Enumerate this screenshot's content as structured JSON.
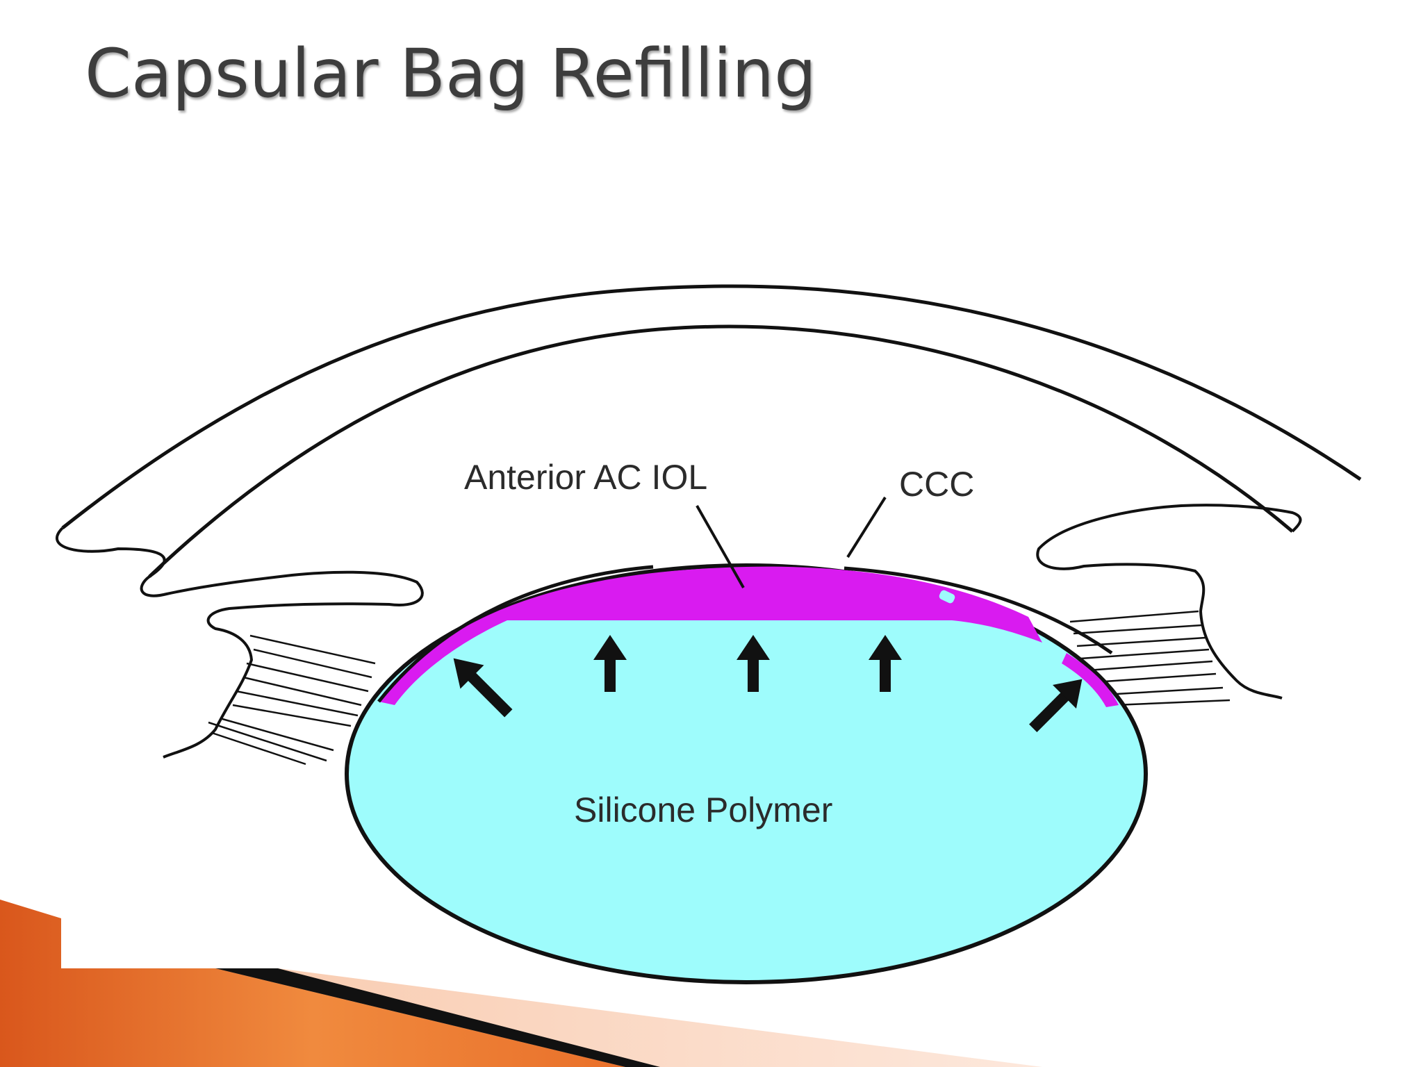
{
  "slide": {
    "title": "Capsular Bag Refilling"
  },
  "diagram": {
    "labels": {
      "iol": "Anterior AC IOL",
      "ccc": "CCC",
      "polymer": "Silicone Polymer"
    },
    "colors": {
      "polymer_fill": "#9efcfc",
      "iol_fill": "#d91bf0",
      "outline": "#111111",
      "accent_orange": "#e9702a"
    }
  }
}
